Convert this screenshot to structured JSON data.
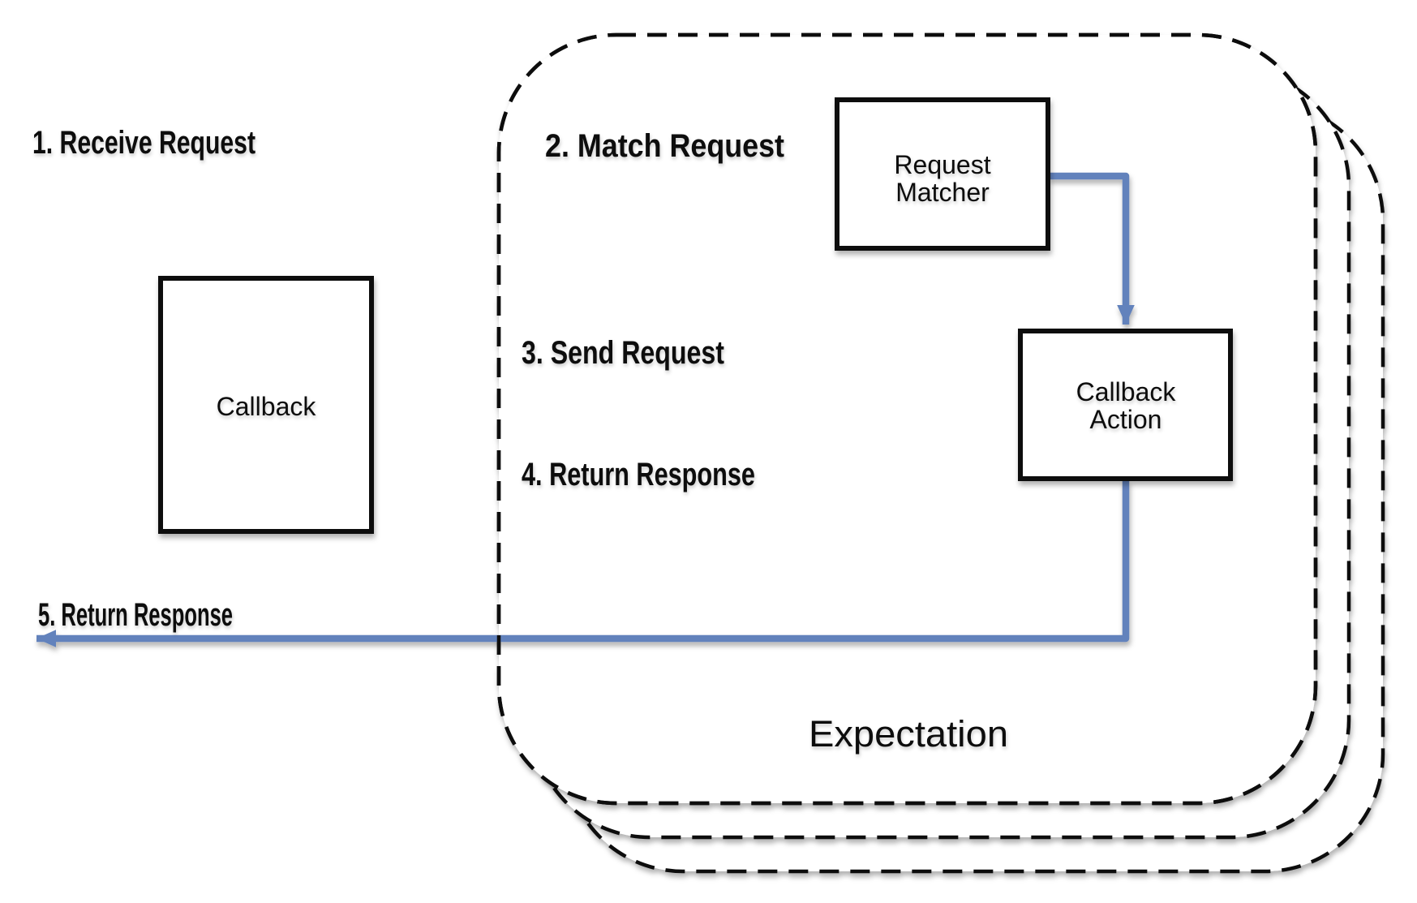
{
  "diagram": {
    "background": "#ffffff",
    "colors": {
      "arrow": "#6282bc",
      "line": "#0d0d0d",
      "node_fill": "#ffffff"
    },
    "container": {
      "label": "Expectation",
      "card_count": 3,
      "border_style": "dashed"
    },
    "steps": {
      "step1": "1. Receive Request",
      "step2": "2. Match Request",
      "step3": "3. Send Request",
      "step4": "4. Return Response",
      "step5": "5. Return Response"
    },
    "nodes": {
      "request_matcher": {
        "line1": "Request",
        "line2": "Matcher"
      },
      "callback": {
        "label": "Callback"
      },
      "callback_action": {
        "line1": "Callback",
        "line2": "Action"
      }
    }
  }
}
